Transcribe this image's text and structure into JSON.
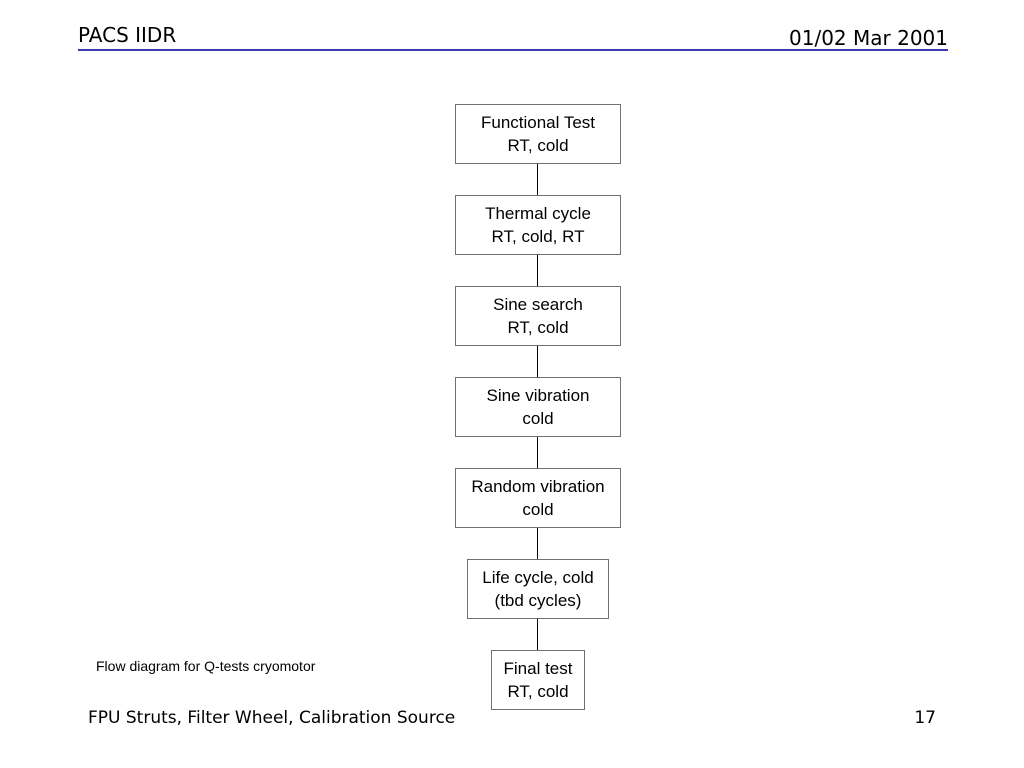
{
  "header": {
    "title": "PACS IIDR",
    "date": "01/02 Mar 2001",
    "rule_color": "#3b3bb3"
  },
  "flow": {
    "steps": [
      {
        "line1": "Functional Test",
        "line2": "RT, cold"
      },
      {
        "line1": "Thermal cycle",
        "line2": "RT, cold, RT"
      },
      {
        "line1": "Sine search",
        "line2": "RT, cold"
      },
      {
        "line1": "Sine vibration",
        "line2": "cold"
      },
      {
        "line1": "Random vibration",
        "line2": "cold"
      },
      {
        "line1": "Life cycle, cold",
        "line2": "(tbd cycles)"
      },
      {
        "line1": "Final test",
        "line2": "RT, cold"
      }
    ]
  },
  "caption": "Flow diagram for Q-tests cryomotor",
  "footer": {
    "left": "FPU Struts, Filter Wheel, Calibration Source",
    "page_number": "17"
  }
}
